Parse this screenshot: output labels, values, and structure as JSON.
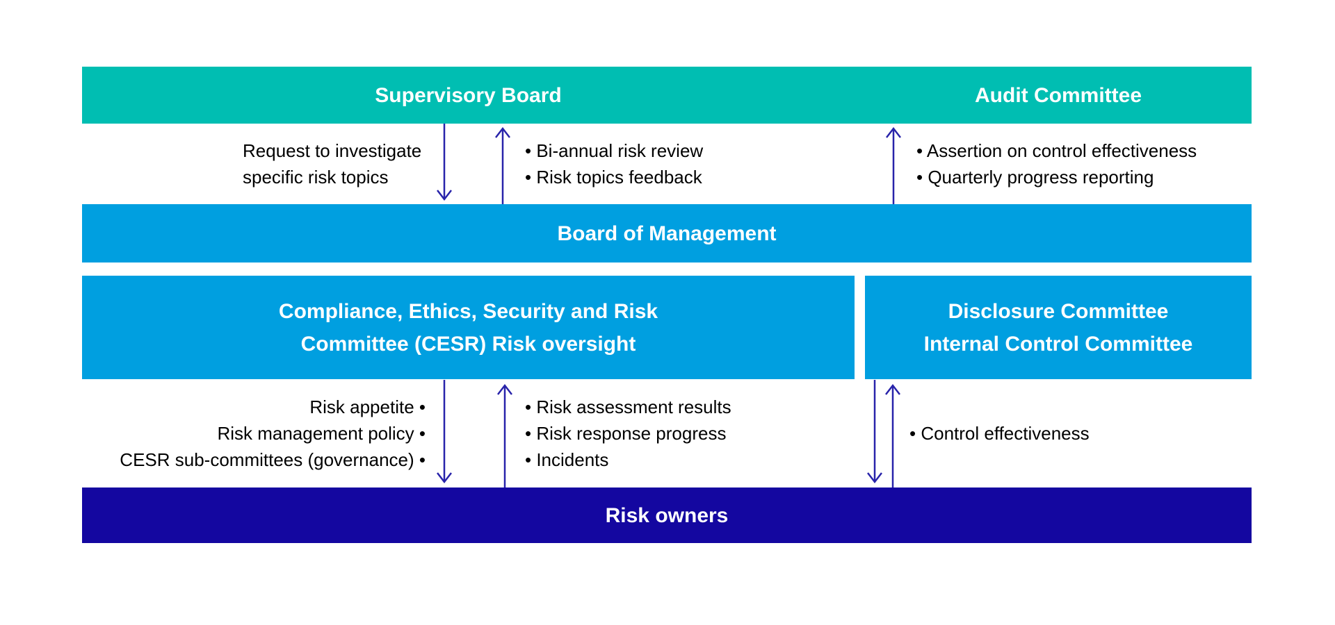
{
  "diagram": {
    "top_band": {
      "left_label": "Supervisory Board",
      "right_label": "Audit Committee"
    },
    "board_band": {
      "label": "Board of Management"
    },
    "committees": {
      "cesr": {
        "lines": [
          "Compliance, Ethics, Security and Risk",
          "Committee (CESR) Risk oversight"
        ]
      },
      "disclosure": {
        "lines": [
          "Disclosure Committee",
          "Internal Control Committee"
        ]
      }
    },
    "risk_owners_band": {
      "label": "Risk owners"
    },
    "annotations": {
      "request_to_investigate": {
        "lines": [
          "Request to investigate",
          "specific risk topics"
        ]
      },
      "biannual_feedback": {
        "lines": [
          "• Bi-annual risk review",
          "• Risk topics feedback"
        ]
      },
      "assertion_reporting": {
        "lines": [
          "• Assertion on control effectiveness",
          "• Quarterly progress reporting"
        ]
      },
      "cesr_downward": {
        "lines": [
          "Risk appetite •",
          "Risk management policy •",
          "CESR sub-committees (governance) •"
        ]
      },
      "cesr_upward": {
        "lines": [
          "• Risk assessment results",
          "• Risk response progress",
          "• Incidents"
        ]
      },
      "control_effectiveness": {
        "lines": [
          "• Control effectiveness"
        ]
      }
    },
    "colors": {
      "teal": "#00BEB2",
      "blue": "#009FE0",
      "navy": "#1407A0",
      "arrow": "#2823AA",
      "band_text": "#FFFFFF",
      "text": "#000000"
    }
  }
}
